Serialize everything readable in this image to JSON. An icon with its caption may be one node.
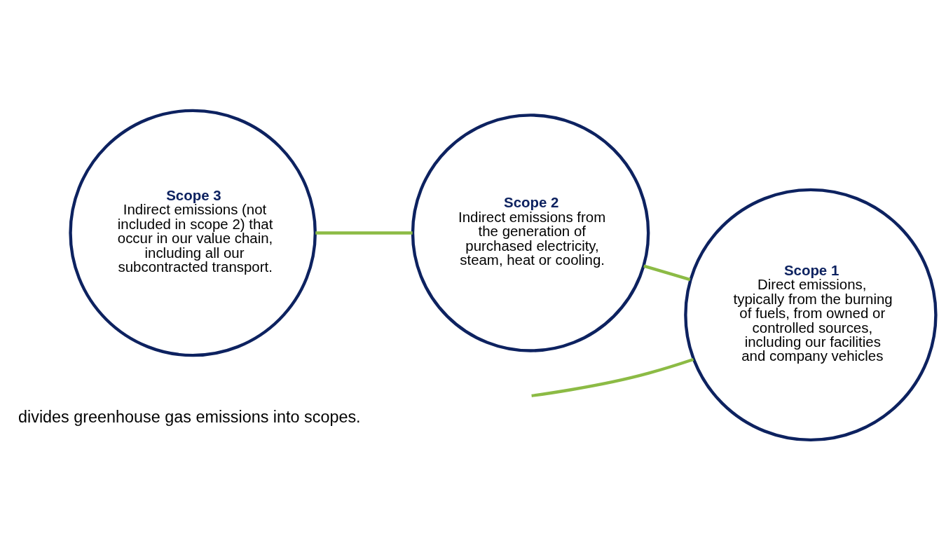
{
  "diagram": {
    "nodes": [
      {
        "text": [
          "Scope 3",
          "Indirect emissions (not included in scope 2) that occur in our value chain, including all our subcontracted transport."
        ]
      },
      {
        "text": [
          "Scope 2",
          "Indirect emissions from the generation of purchased electricity, steam, heat or cooling."
        ]
      },
      {
        "text": [
          "Scope 1",
          "Direct emissions, typically from the burning of fuels, from owned or controlled sources, including our facilities and company vehicles"
        ]
      }
    ],
    "edges": [
      {
        "from": 0,
        "to": 1,
        "arrow": "none"
      },
      {
        "from": 1,
        "to": 2,
        "arrow": "none"
      },
      {
        "from": null,
        "to": 2,
        "arrow": "none"
      }
    ],
    "labels": [
      "divides greenhouse gas emissions into scopes."
    ]
  }
}
